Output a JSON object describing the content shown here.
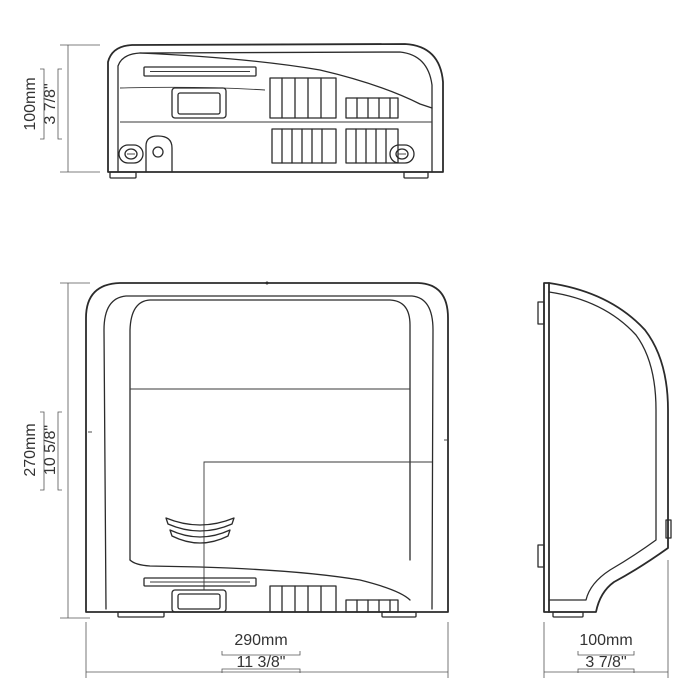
{
  "dimensions": {
    "top_height": {
      "metric": "100mm",
      "imperial": "3 7/8\""
    },
    "front_height": {
      "metric": "270mm",
      "imperial": "10 5/8\""
    },
    "front_width": {
      "metric": "290mm",
      "imperial": "11 3/8\""
    },
    "side_depth": {
      "metric": "100mm",
      "imperial": "3 7/8\""
    }
  },
  "colors": {
    "line": "#2b2b2b",
    "text": "#333333",
    "background": "#ffffff"
  }
}
